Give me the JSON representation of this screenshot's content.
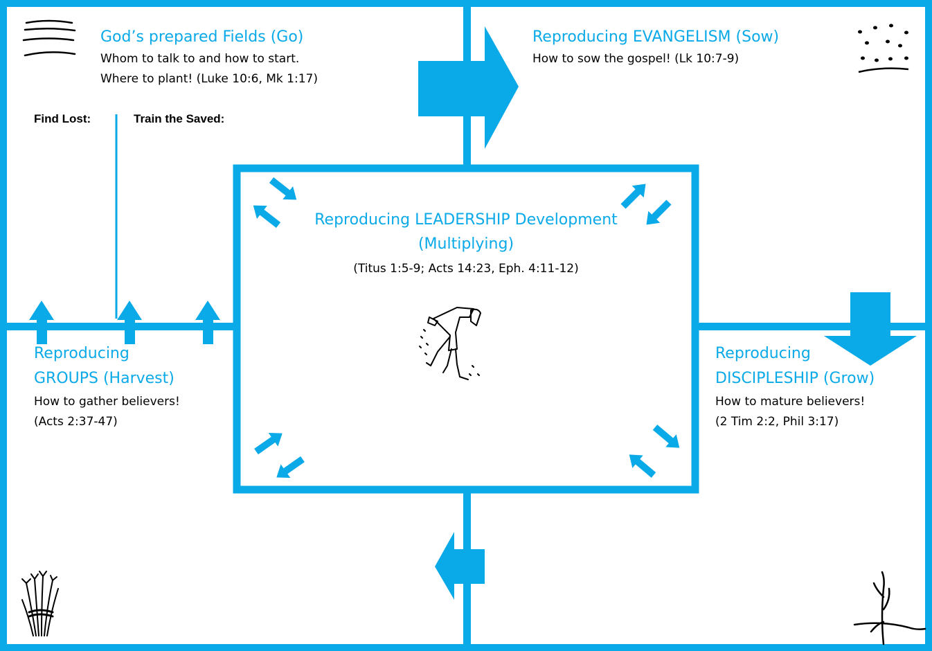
{
  "colors": {
    "frame": "#0aa9e8",
    "text": "#000000",
    "accent_text": "#0aa9e8"
  },
  "quadrants": {
    "go": {
      "title": "God’s prepared Fields (Go)",
      "line1": "Whom to talk to and how to start.",
      "line2": "Where to plant! (Luke 10:6, Mk 1:17)",
      "find_label": "Find Lost:",
      "train_label": "Train the Saved:",
      "icon": "furrows-icon"
    },
    "sow": {
      "title": "Reproducing EVANGELISM (Sow)",
      "line1": "How to sow the gospel! (Lk 10:7-9)",
      "icon": "seeds-icon"
    },
    "harvest": {
      "title_line1": "Reproducing",
      "title_line2": "GROUPS (Harvest)",
      "line1": "How to gather believers!",
      "line2": "(Acts 2:37-47)",
      "icon": "wheat-sheaf-icon"
    },
    "grow": {
      "title_line1": "Reproducing",
      "title_line2": "DISCIPLESHIP (Grow)",
      "line1": "How to mature believers!",
      "line2": "(2 Tim 2:2, Phil 3:17)",
      "icon": "sprout-icon"
    }
  },
  "center": {
    "title_line1": "Reproducing LEADERSHIP Development",
    "title_line2": "(Multiplying)",
    "refs": "(Titus 1:5-9; Acts 14:23, Eph. 4:11-12)",
    "icon": "sower-icon"
  }
}
